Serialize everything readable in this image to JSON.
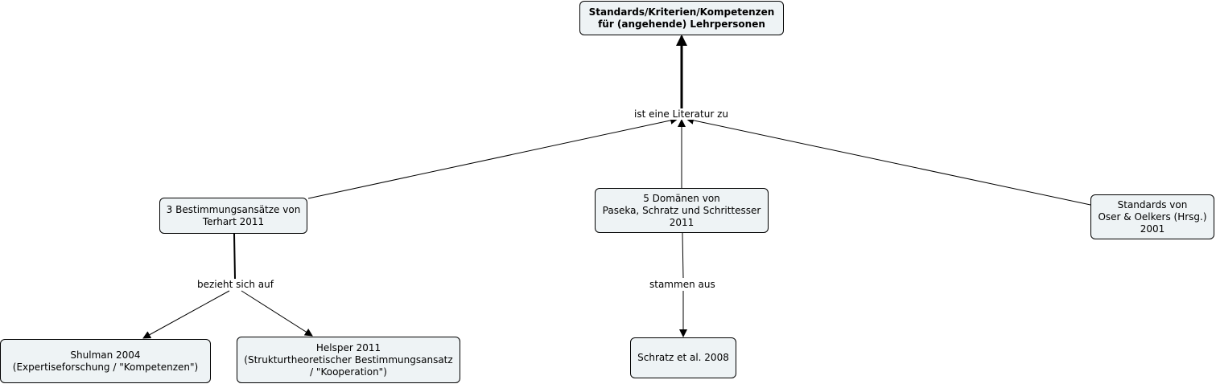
{
  "nodes": {
    "root": "Standards/Kriterien/Kompetenzen\nfür (angehende) Lehrpersonen",
    "terhart": "3 Bestimmungsansätze von\nTerhart 2011",
    "paseka": "5 Domänen von\nPaseka, Schratz und Schrittesser\n2011",
    "oser": "Standards von\nOser & Oelkers (Hrsg.)\n2001",
    "shulman": "Shulman 2004\n(Expertiseforschung / \"Kompetenzen\")",
    "helsper": "Helsper 2011\n(Strukturtheoretischer Bestimmungsansatz\n/ \"Kooperation\")",
    "schratz": "Schratz et al. 2008"
  },
  "links": {
    "literatur": "ist eine Literatur zu",
    "bezieht": "bezieht sich auf",
    "stammen": "stammen aus"
  }
}
